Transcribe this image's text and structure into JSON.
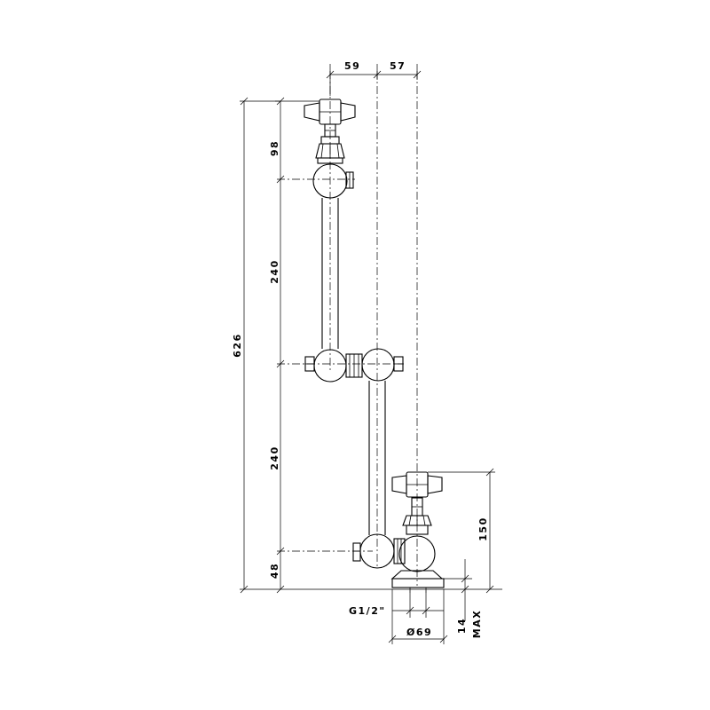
{
  "dimensions": {
    "top_offset_left": "59",
    "top_offset_right": "57",
    "segment_top": "98",
    "segment_upper": "240",
    "segment_lower": "240",
    "segment_bottom": "48",
    "overall_height": "626",
    "valve_height": "150",
    "thread_size": "G1/2\"",
    "flange_diameter": "Ø69",
    "max_depth_value": "14",
    "max_depth_label": "MAX"
  }
}
